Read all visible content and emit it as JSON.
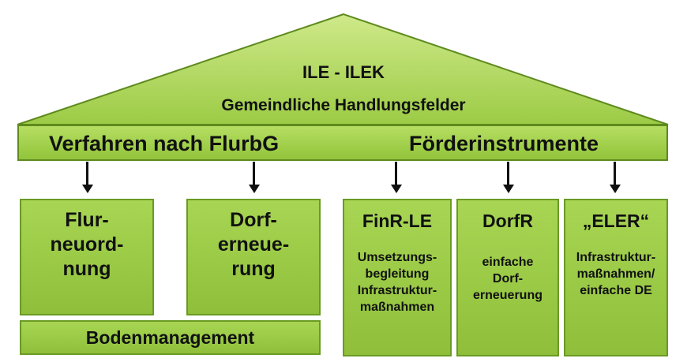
{
  "roof": {
    "title": "ILE - ILEK",
    "subtitle": "Gemeindliche Handlungsfelder"
  },
  "beam": {
    "left_label": "Verfahren nach FlurbG",
    "right_label": "Förderinstrumente"
  },
  "pillars": {
    "flurneuordnung": {
      "lines": [
        "Flur-",
        "neuord-",
        "nung"
      ]
    },
    "dorferneuerung": {
      "lines": [
        "Dorf-",
        "erneue-",
        "rung"
      ]
    },
    "finr_le": {
      "title": "FinR-LE",
      "lines": [
        "Umsetzungs-",
        "begleitung",
        "Infrastruktur-",
        "maßnahmen"
      ]
    },
    "dorfr": {
      "title": "DorfR",
      "lines": [
        "einfache",
        "Dorf-",
        "erneuerung"
      ]
    },
    "eler": {
      "title": "„ELER“",
      "lines": [
        "Infrastruktur-",
        "maßnahmen/",
        "einfache DE"
      ]
    }
  },
  "base": {
    "label": "Bodenmanagement"
  },
  "colors": {
    "green_light": "#b6de62",
    "green_dark": "#8fbf3a",
    "border": "#6a9a24"
  }
}
